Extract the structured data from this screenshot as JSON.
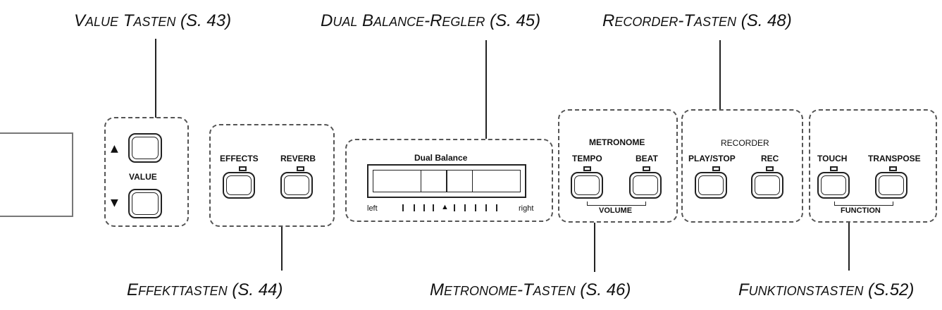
{
  "callouts": {
    "value": {
      "main": "V",
      "small": "ALUE",
      "main2": " T",
      "small2": "ASTEN",
      "ref": " (S. 43)"
    },
    "dual_balance": {
      "main": "D",
      "small": "UAL",
      "main2": " B",
      "small2": "ALANCE",
      "main3": "-R",
      "small3": "EGLER",
      "ref": " (S. 45)"
    },
    "recorder": {
      "main": "R",
      "small": "ECORDER",
      "main2": "-T",
      "small2": "ASTEN",
      "ref": " (S. 48)"
    },
    "effekt": {
      "main": "E",
      "small": "FFEKTTASTEN",
      "ref": " (S. 44)"
    },
    "metronome": {
      "main": "M",
      "small": "ETRONOME",
      "main2": "-T",
      "small2": "ASTEN",
      "ref": " (S. 46)"
    },
    "funktion": {
      "main": "F",
      "small": "UNKTIONSTASTEN",
      "ref": " (S.52)"
    }
  },
  "panel": {
    "value_label": "VALUE",
    "up_arrow": "▲",
    "down_arrow": "▼",
    "effects_label": "EFFECTS",
    "reverb_label": "REVERB",
    "dual_balance_title": "Dual Balance",
    "left_label": "left",
    "right_label": "right",
    "center_marker": "▲",
    "metronome_title": "METRONOME",
    "tempo_label": "TEMPO",
    "beat_label": "BEAT",
    "volume_label": "VOLUME",
    "recorder_title": "RECORDER",
    "play_stop_label": "PLAY/STOP",
    "rec_label": "REC",
    "touch_label": "TOUCH",
    "transpose_label": "TRANSPOSE",
    "function_label": "FUNCTION"
  }
}
